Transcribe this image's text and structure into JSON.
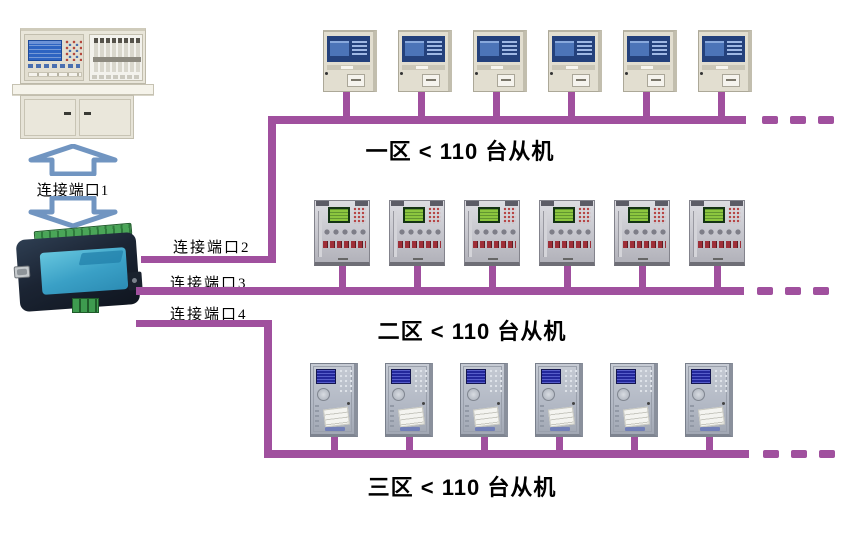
{
  "diagram": {
    "master": {
      "name": "master-control-console"
    },
    "uplink": {
      "label": "连接端口1"
    },
    "converter": {
      "name": "serial-device-server"
    },
    "ports": [
      {
        "label": "连接端口2"
      },
      {
        "label": "连接端口3"
      },
      {
        "label": "连接端口4"
      }
    ],
    "zones": [
      {
        "label": "一区 < 110 台从机",
        "visible_slaves": 6
      },
      {
        "label": "二区 < 110 台从机",
        "visible_slaves": 6
      },
      {
        "label": "三区 < 110 台从机",
        "visible_slaves": 6
      }
    ],
    "bus_dash_count": 3,
    "colors": {
      "bus_line": "#A0509E",
      "arrow": "#7195C1"
    }
  }
}
